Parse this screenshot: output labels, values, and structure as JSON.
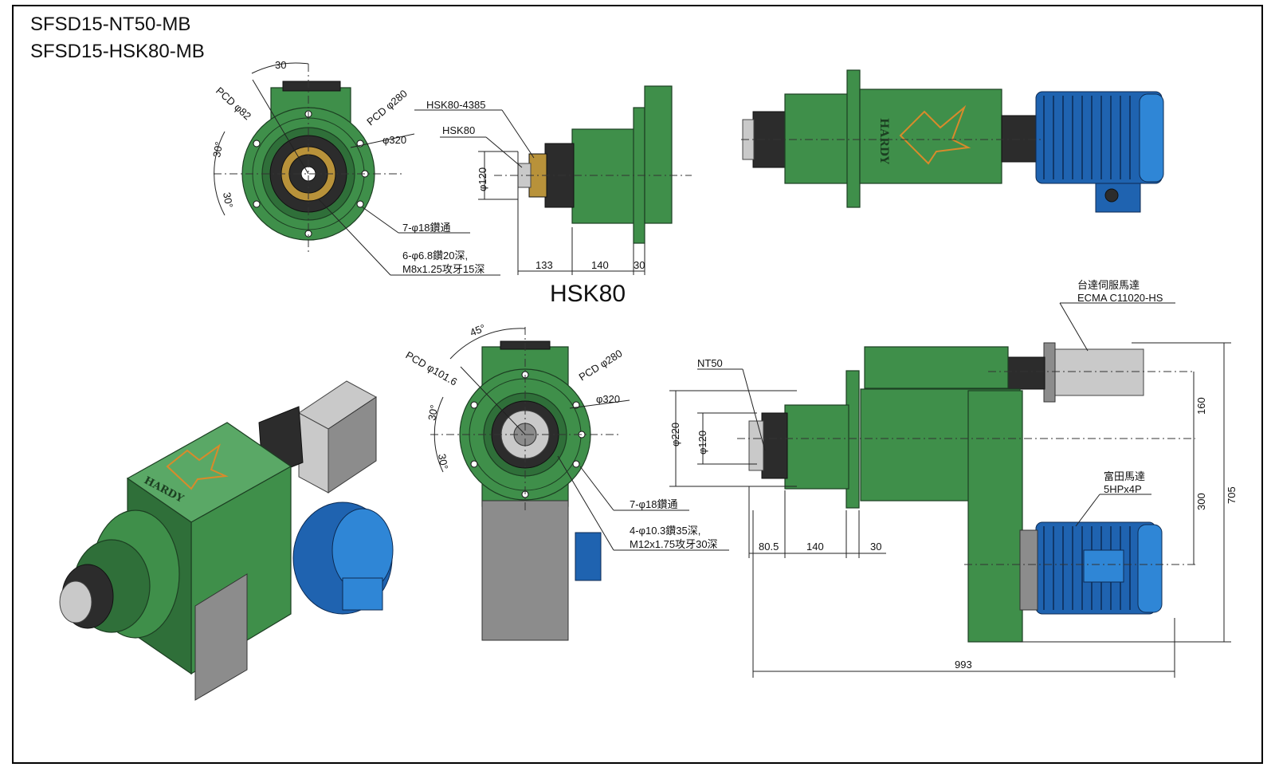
{
  "title_lines": [
    "SFSD15-NT50-MB",
    "SFSD15-HSK80-MB"
  ],
  "brand": "HARDY",
  "view_label_hsk80": "HSK80",
  "top_front_view": {
    "angle_top": "30",
    "angle_left_upper": "30°",
    "angle_left_lower": "30°",
    "pcd_inner": "PCD φ82",
    "pcd_outer": "PCD φ280",
    "diameter": "φ320",
    "holes_note": "7-φ18鑽通",
    "tap_note_line1": "6-φ6.8鑽20深,",
    "tap_note_line2": "M8x1.25攻牙15深"
  },
  "top_side_view": {
    "part_number": "HSK80-4385",
    "interface": "HSK80",
    "diameter": "φ120",
    "dim_133": "133",
    "dim_140": "140",
    "dim_30": "30"
  },
  "bottom_front_view": {
    "angle_top": "45°",
    "angle_left_upper": "30°",
    "angle_left_lower": "30°",
    "pcd_inner": "PCD φ101.6",
    "pcd_outer": "PCD φ280",
    "diameter": "φ320",
    "holes_note": "7-φ18鑽通",
    "tap_note_line1": "4-φ10.3鑽35深,",
    "tap_note_line2": "M12x1.75攻牙30深"
  },
  "bottom_side_view": {
    "servo_line1": "台達伺服馬達",
    "servo_line2": "ECMA C11020-HS",
    "interface": "NT50",
    "dia_220": "φ220",
    "dia_120": "φ120",
    "dim_80_5": "80.5",
    "dim_140": "140",
    "dim_30": "30",
    "dim_160": "160",
    "dim_300": "300",
    "dim_705": "705",
    "dim_993": "993",
    "motor_line1": "富田馬達",
    "motor_line2": "5HPx4P"
  },
  "colors": {
    "body_green": "#3f8f4a",
    "motor_blue": "#1f63b0",
    "servo_gray": "#c9c9c9",
    "logo_orange": "#d98a2b"
  }
}
